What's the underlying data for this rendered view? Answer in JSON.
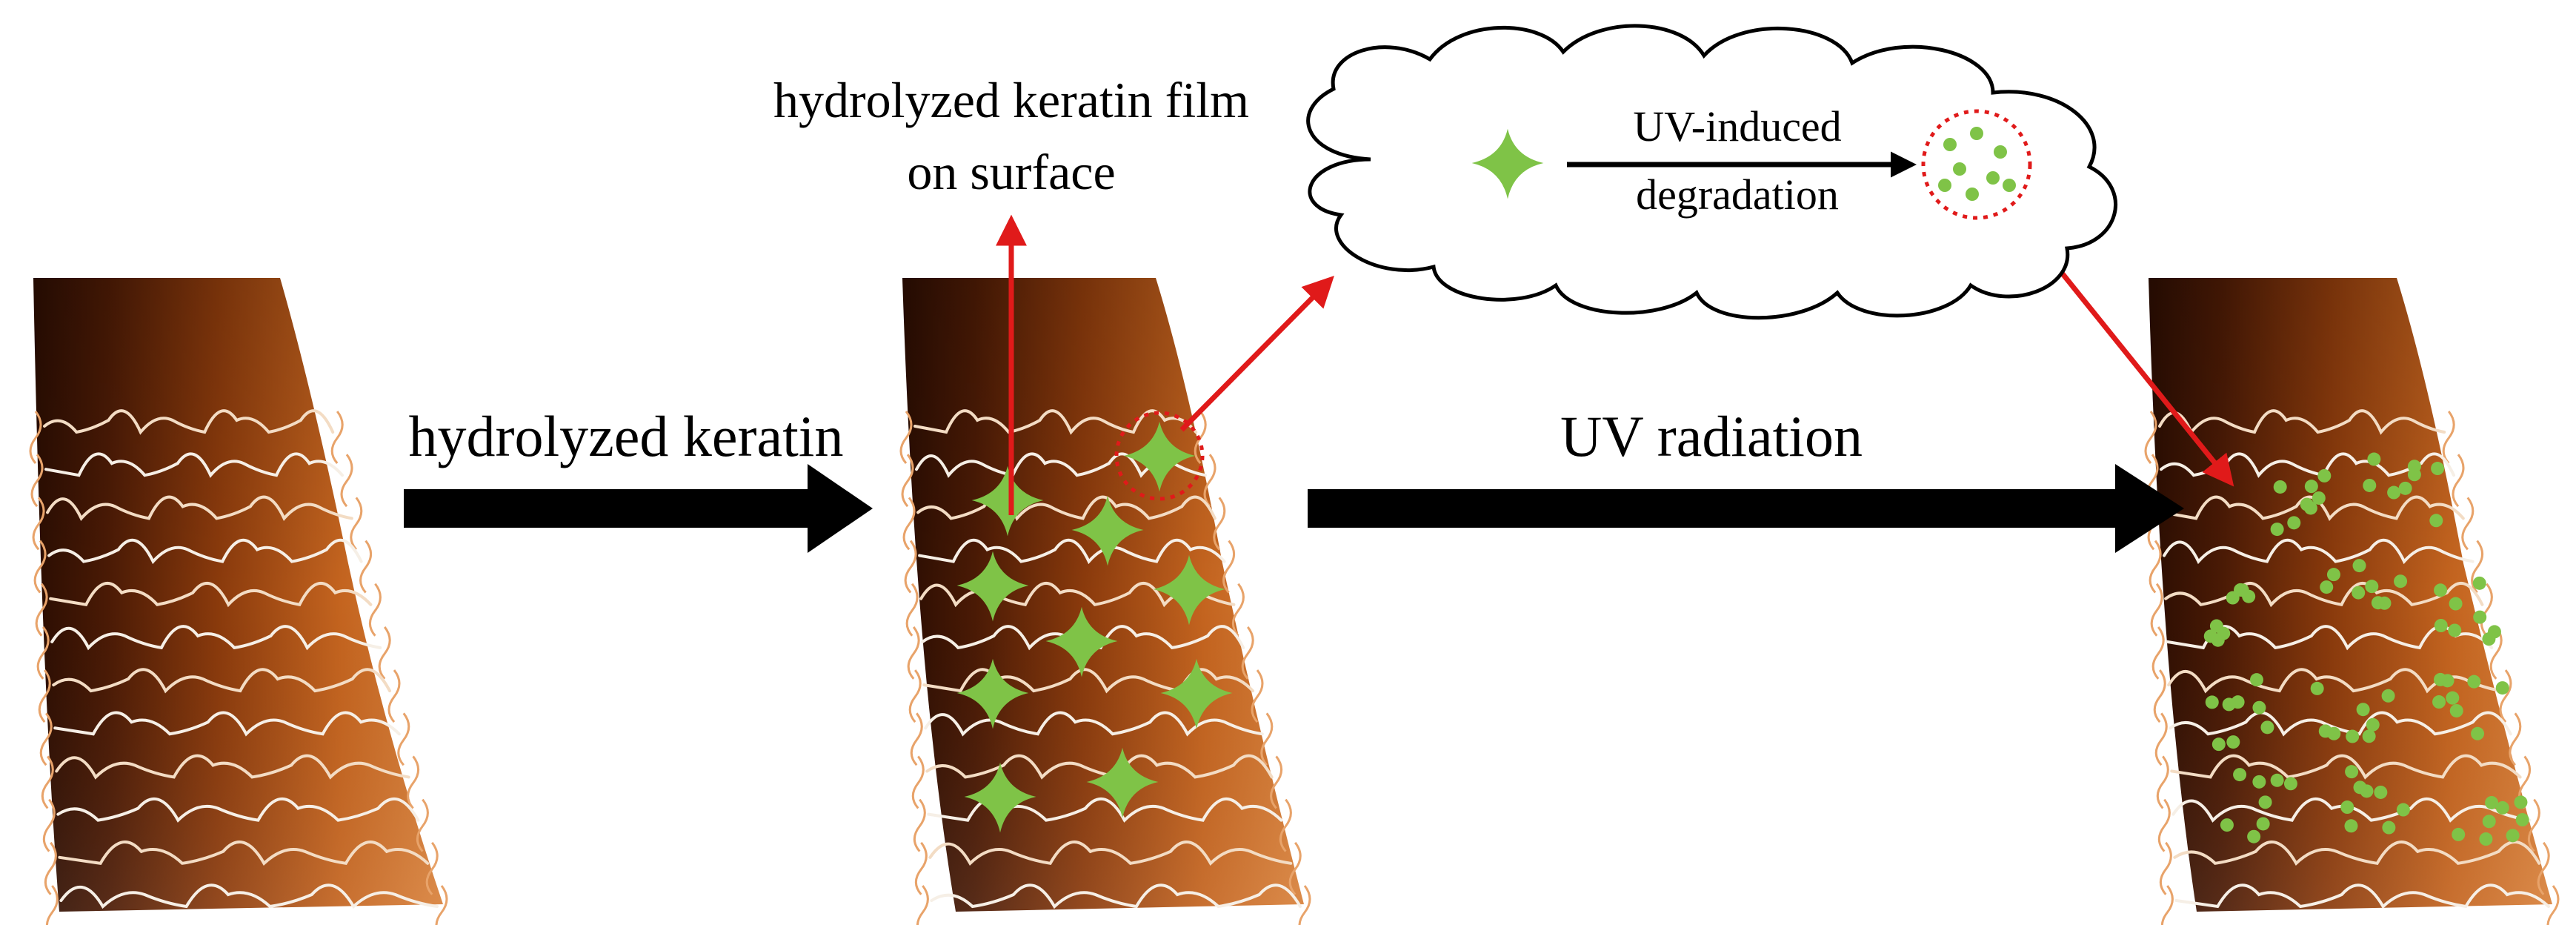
{
  "labels": {
    "step1_reagent": "hydrolyzed keratin",
    "film_callout_line1": "hydrolyzed keratin film",
    "film_callout_line2": "on surface",
    "step2_treatment": "UV radiation",
    "cloud_line1": "UV-induced",
    "cloud_line2": "degradation"
  },
  "colors": {
    "hair_dark": "#2a0d02",
    "hair_mid": "#8a3a0c",
    "hair_light": "#d9823c",
    "cuticle_light": "#f6efe6",
    "cuticle_edge": "#e8a36a",
    "keratin_green": "#7fc347",
    "arrow_red": "#e01a1a",
    "arrow_black": "#000000"
  },
  "icons": {
    "keratin_particle": "four-point-star-shape",
    "degraded_fragment": "green-dot"
  }
}
